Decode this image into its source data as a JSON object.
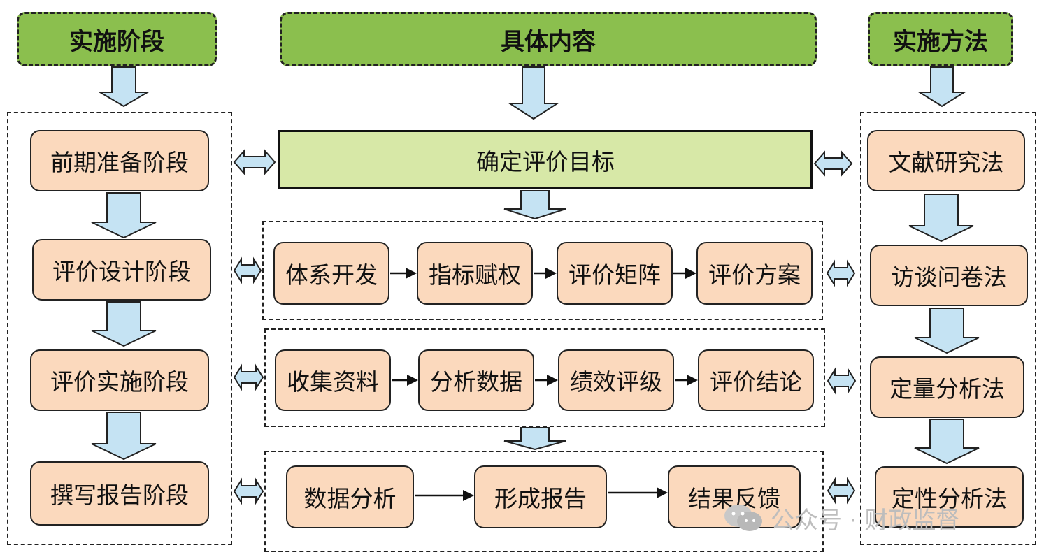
{
  "headers": {
    "stage": "实施阶段",
    "content": "具体内容",
    "method": "实施方法"
  },
  "stages": [
    "前期准备阶段",
    "评价设计阶段",
    "评价实施阶段",
    "撰写报告阶段"
  ],
  "goal": "确定评价目标",
  "content_rows": [
    [
      "体系开发",
      "指标赋权",
      "评价矩阵",
      "评价方案"
    ],
    [
      "收集资料",
      "分析数据",
      "绩效评级",
      "评价结论"
    ],
    [
      "数据分析",
      "形成报告",
      "结果反馈"
    ]
  ],
  "methods": [
    "文献研究法",
    "访谈问卷法",
    "定量分析法",
    "定性分析法"
  ],
  "watermark": "公众号 · 财政监督",
  "colors": {
    "header_fill": "#8bbf4e",
    "box_fill": "#fbd9bd",
    "goal_fill": "#d7e8a7",
    "arrow_fill": "#c5e3f3"
  }
}
